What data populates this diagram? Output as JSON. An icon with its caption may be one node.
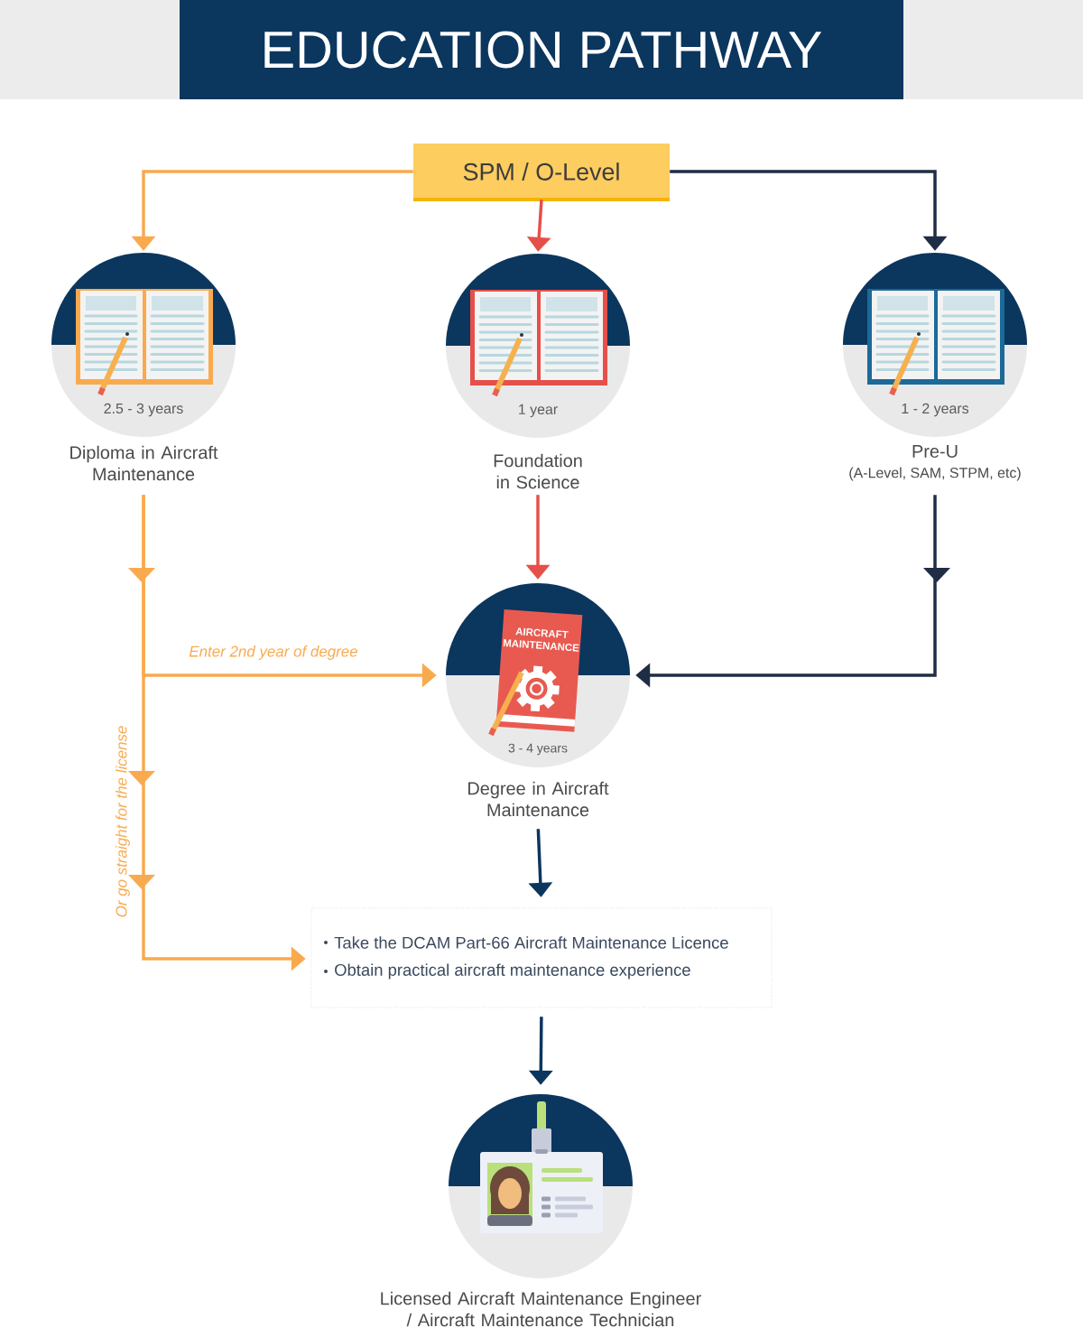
{
  "diagram": {
    "title": "EDUCATION PATHWAY",
    "nodes": [
      {
        "text": [
          "SPM / O-Level"
        ]
      },
      {
        "text": [
          "2.5 - 3 years",
          "Diploma in Aircraft Maintenance"
        ]
      },
      {
        "text": [
          "1 year",
          "Foundation in Science"
        ]
      },
      {
        "text": [
          "1 - 2 years",
          "Pre-U",
          "(A-Level, SAM, STPM, etc)"
        ]
      },
      {
        "text": [
          "AIRCRAFT MAINTENANCE",
          "3 - 4 years",
          "Degree in Aircraft Maintenance"
        ]
      },
      {
        "text": [
          "Take the DCAM Part-66 Aircraft Maintenance Licence",
          "Obtain practical aircraft maintenance experience"
        ]
      },
      {
        "text": [
          "Licensed Aircraft Maintenance Engineer / Aircraft Maintenance Technician"
        ]
      }
    ],
    "edges": [
      {
        "from": 0,
        "to": 1,
        "arrow": "to",
        "color": "#f9aa4e"
      },
      {
        "from": 0,
        "to": 2,
        "arrow": "to",
        "color": "#e5504a"
      },
      {
        "from": 0,
        "to": 3,
        "arrow": "to",
        "color": "#1f2d45"
      },
      {
        "from": 1,
        "to": 4,
        "arrow": "to",
        "color": "#f9aa4e",
        "label": "Enter 2nd year of degree"
      },
      {
        "from": 1,
        "to": 5,
        "arrow": "to",
        "color": "#f9aa4e",
        "label": "Or go straight for the license"
      },
      {
        "from": 2,
        "to": 4,
        "arrow": "to",
        "color": "#e5504a"
      },
      {
        "from": 3,
        "to": 4,
        "arrow": "to",
        "color": "#1f2d45"
      },
      {
        "from": 4,
        "to": 5,
        "arrow": "to",
        "color": "#0b365e"
      },
      {
        "from": 5,
        "to": 6,
        "arrow": "to",
        "color": "#0b365e"
      }
    ]
  }
}
